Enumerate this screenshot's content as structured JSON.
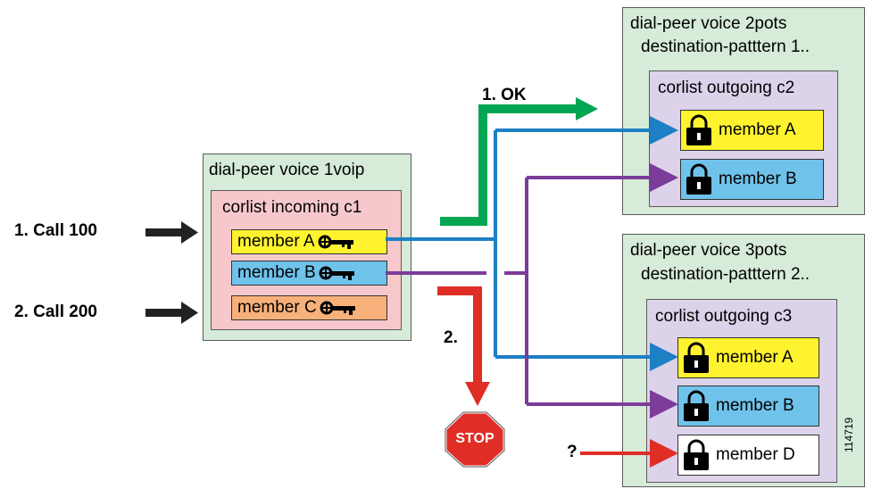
{
  "source": {
    "dial_peer_label": "dial-peer voice 1voip",
    "corlist_label": "corlist incoming c1",
    "members": [
      {
        "label": "member A",
        "color": "#fef32e"
      },
      {
        "label": "member B",
        "color": "#6fc2ea"
      },
      {
        "label": "member C",
        "color": "#f8b07a"
      }
    ]
  },
  "dest1": {
    "dial_peer_label": "dial-peer voice 2pots",
    "pattern_label": "destination-patttern 1..",
    "corlist_label": "corlist outgoing c2",
    "members": [
      {
        "label": "member A",
        "color": "#fef32e"
      },
      {
        "label": "member B",
        "color": "#6fc2ea"
      }
    ]
  },
  "dest2": {
    "dial_peer_label": "dial-peer voice 3pots",
    "pattern_label": "destination-patttern 2..",
    "corlist_label": "corlist outgoing c3",
    "members": [
      {
        "label": "member A",
        "color": "#fef32e"
      },
      {
        "label": "member B",
        "color": "#6fc2ea"
      },
      {
        "label": "member D",
        "color": "#ffffff"
      }
    ]
  },
  "calls": {
    "call1": "1. Call 100",
    "call2": "2. Call 200"
  },
  "labels": {
    "ok": "1. OK",
    "denied": "2.",
    "stop": "STOP",
    "question": "?",
    "figure_id": "114719"
  },
  "colors": {
    "ok_arrow": "#00a651",
    "stop_arrow": "#e02d26",
    "member_a_line": "#1d7fc4",
    "member_b_line": "#7b3c9a",
    "call_arrow": "#222222"
  }
}
